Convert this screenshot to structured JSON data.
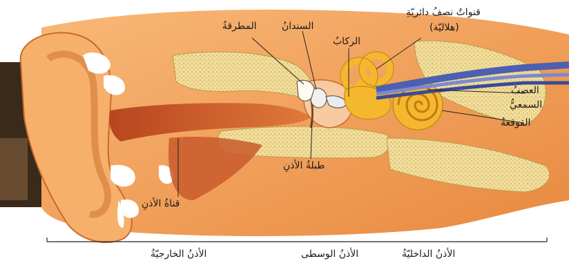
{
  "labels": {
    "semicircular_canals_line1": "قنواتٌ نصفُ دائريّةِ",
    "semicircular_canals_line2": "(هلاليّة)",
    "incus": "السندانُ",
    "malleus": "المطرقةُ",
    "stapes": "الركابُ",
    "auditory_nerve_line1": "العصبُ",
    "auditory_nerve_line2": "السمعيُّ",
    "cochlea": "القوقعةُ",
    "eardrum": "طبلةُ الأذنِ",
    "ear_canal": "قناةُ الأذنِ"
  },
  "sections": {
    "inner": "الأذنُ الداخليّةُ",
    "middle": "الأذنُ الوسطى",
    "outer": "الأذنُ الخارجيّةُ"
  },
  "colors": {
    "background": "#ffffff",
    "skin": "#f4a35a",
    "skin_dark": "#d4762e",
    "skin_light": "#f9c488",
    "bone": "#f1dd9a",
    "canal": "#c8552a",
    "nerve": "#4d5fb0",
    "canals": "#f5b72e",
    "hair": "#3a2a1a"
  }
}
